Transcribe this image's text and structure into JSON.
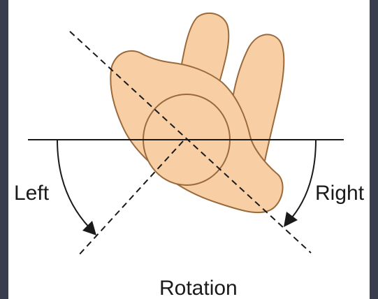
{
  "diagram": {
    "left_label": "Left",
    "right_label": "Right",
    "caption": "Rotation"
  },
  "colors": {
    "background": "#3a3d4d",
    "panel": "#ffffff",
    "skin_fill": "#f8cfa5",
    "skin_stroke": "#9a6a3c",
    "line": "#1a1a1a"
  }
}
